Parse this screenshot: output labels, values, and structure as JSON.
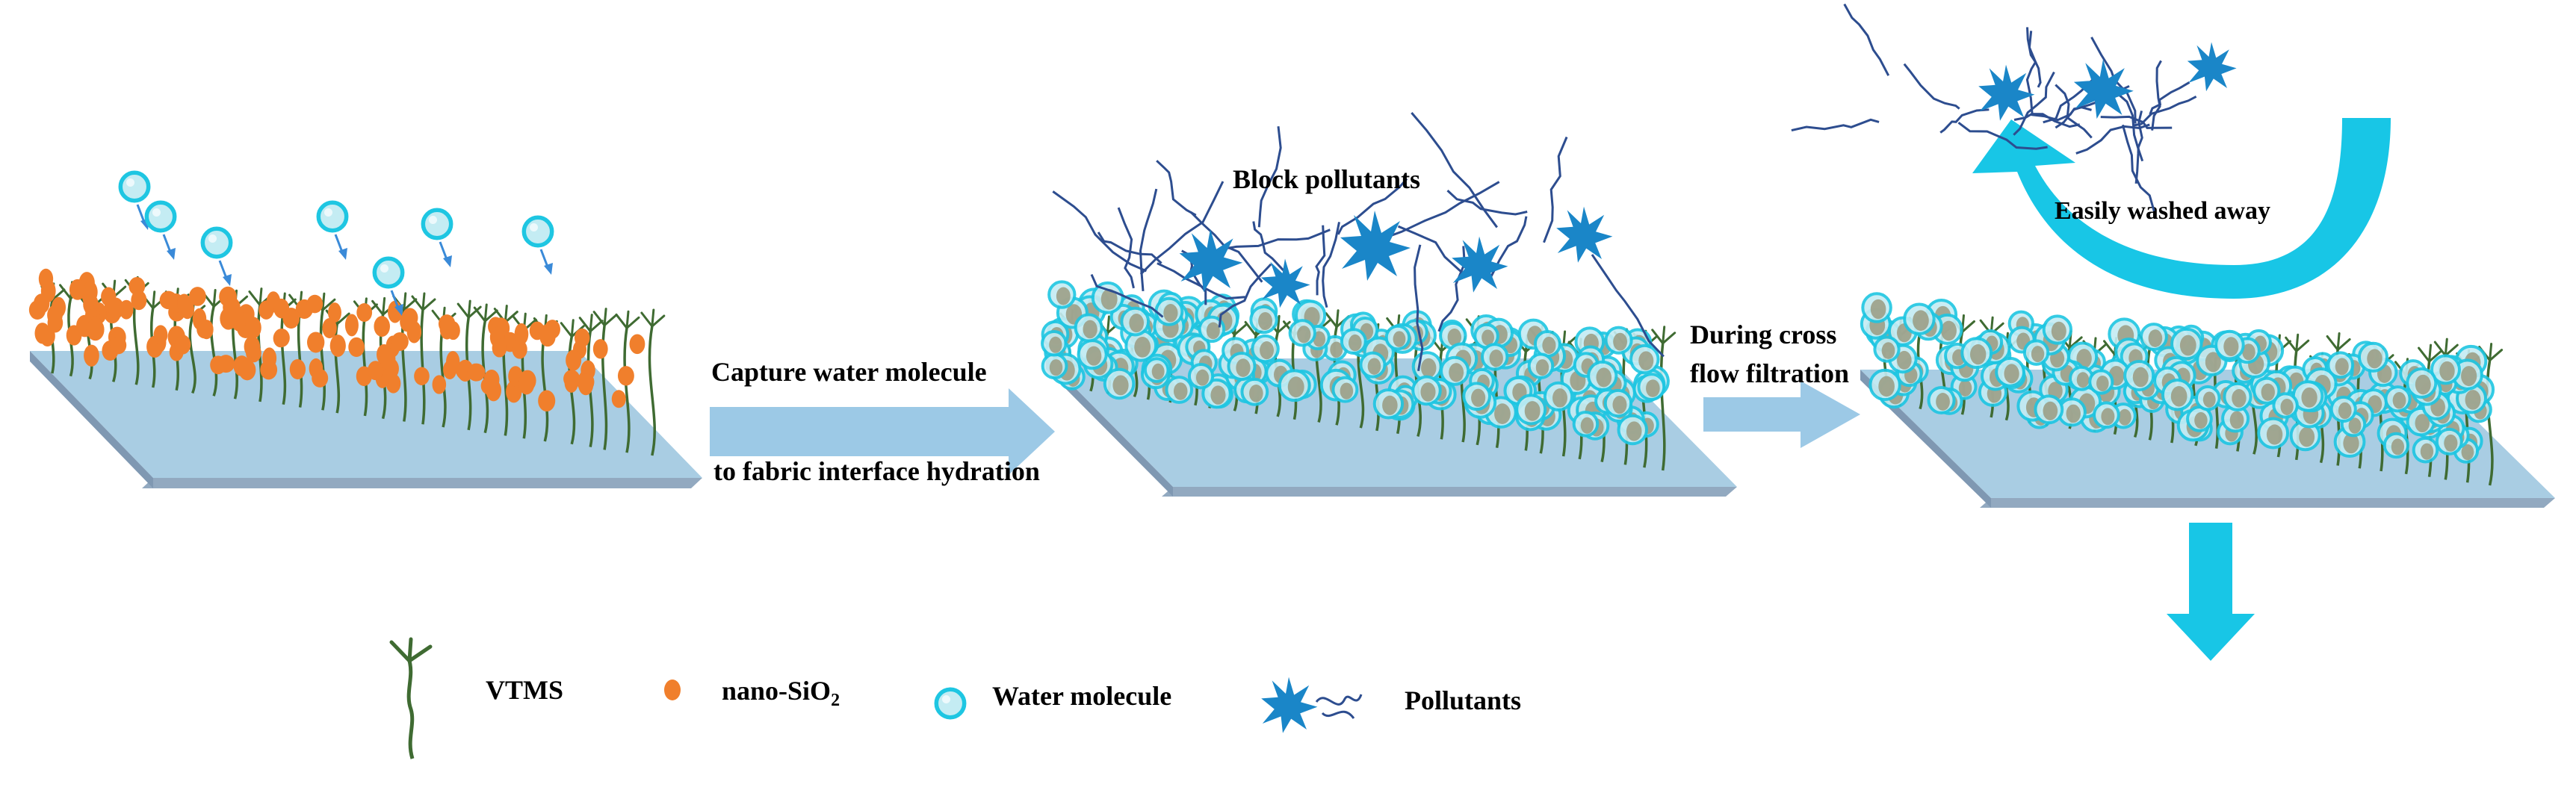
{
  "diagram": {
    "steps": [
      {
        "label": "Capture water molecule"
      },
      {
        "label": "to fabric interface hydration"
      },
      {
        "label": "Block pollutants"
      },
      {
        "label": "During cross"
      },
      {
        "label": "flow filtration"
      },
      {
        "label": "Easily washed away"
      }
    ],
    "legend": [
      {
        "label": "VTMS",
        "icon": "vtms-icon"
      },
      {
        "label": "nano-SiO",
        "sub": "2",
        "icon": "sio2-icon"
      },
      {
        "label": "Water molecule",
        "icon": "water-molecule-icon"
      },
      {
        "label": "Pollutants",
        "icon": "pollutant-icon"
      }
    ]
  },
  "colors": {
    "substrate_top": "#a9cde3",
    "substrate_edge": "#92a9c0",
    "vtms": "#3f6b32",
    "sio2": "#f07f2c",
    "water_fill": "#c4ecf3",
    "water_stroke": "#1ec6e2",
    "pollutant": "#1a86c8",
    "pollutant_chain": "#2d4d8f",
    "arrow_light": "#9cc9e6",
    "arrow_cyan": "#18c6e6",
    "coated_particle": "#9a9a80"
  }
}
